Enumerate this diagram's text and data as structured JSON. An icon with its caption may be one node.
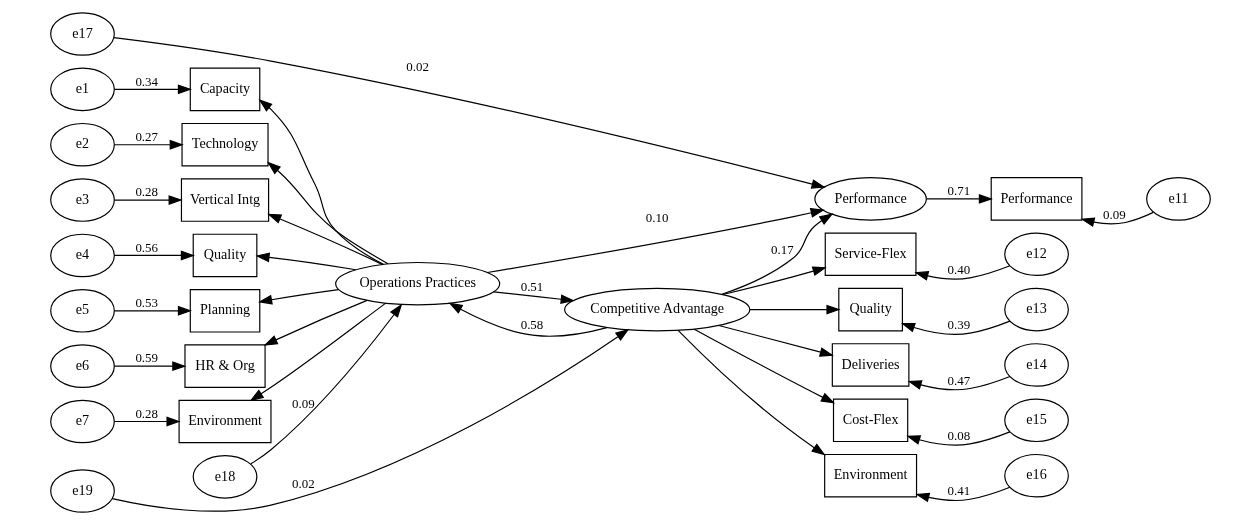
{
  "diagram": {
    "nodes": [
      {
        "text": [
          "e17"
        ]
      },
      {
        "text": [
          "Performance"
        ]
      },
      {
        "text": [
          "Performance"
        ]
      },
      {
        "text": [
          "e11"
        ]
      },
      {
        "text": [
          "e1"
        ]
      },
      {
        "text": [
          "Capacity"
        ]
      },
      {
        "text": [
          "e2"
        ]
      },
      {
        "text": [
          "Technology"
        ]
      },
      {
        "text": [
          "e3"
        ]
      },
      {
        "text": [
          "Vertical Intg"
        ]
      },
      {
        "text": [
          "e4"
        ]
      },
      {
        "text": [
          "Quality"
        ]
      },
      {
        "text": [
          "e5"
        ]
      },
      {
        "text": [
          "Planning"
        ]
      },
      {
        "text": [
          "e6"
        ]
      },
      {
        "text": [
          "HR & Org"
        ]
      },
      {
        "text": [
          "e7"
        ]
      },
      {
        "text": [
          "Environment"
        ]
      },
      {
        "text": [
          "e18"
        ]
      },
      {
        "text": [
          "Operations Practices"
        ]
      },
      {
        "text": [
          "Competitive Advantage"
        ]
      },
      {
        "text": [
          "e19"
        ]
      },
      {
        "text": [
          "Service-Flex"
        ]
      },
      {
        "text": [
          "e12"
        ]
      },
      {
        "text": [
          "Quality"
        ]
      },
      {
        "text": [
          "e13"
        ]
      },
      {
        "text": [
          "Deliveries"
        ]
      },
      {
        "text": [
          "e14"
        ]
      },
      {
        "text": [
          "Cost-Flex"
        ]
      },
      {
        "text": [
          "e15"
        ]
      },
      {
        "text": [
          "Environment"
        ]
      },
      {
        "text": [
          "e16"
        ]
      }
    ],
    "edges": [
      {
        "from": 4,
        "to": 5,
        "arrow": "to",
        "label": "0.34"
      },
      {
        "from": 6,
        "to": 7,
        "arrow": "to",
        "label": "0.27"
      },
      {
        "from": 8,
        "to": 9,
        "arrow": "to",
        "label": "0.28"
      },
      {
        "from": 10,
        "to": 11,
        "arrow": "to",
        "label": "0.56"
      },
      {
        "from": 12,
        "to": 13,
        "arrow": "to",
        "label": "0.53"
      },
      {
        "from": 14,
        "to": 15,
        "arrow": "to",
        "label": "0.59"
      },
      {
        "from": 16,
        "to": 17,
        "arrow": "to",
        "label": "0.28"
      },
      {
        "from": 19,
        "to": 5,
        "arrow": "to"
      },
      {
        "from": 19,
        "to": 7,
        "arrow": "to"
      },
      {
        "from": 19,
        "to": 9,
        "arrow": "to"
      },
      {
        "from": 19,
        "to": 11,
        "arrow": "to"
      },
      {
        "from": 19,
        "to": 13,
        "arrow": "to"
      },
      {
        "from": 19,
        "to": 15,
        "arrow": "to"
      },
      {
        "from": 19,
        "to": 17,
        "arrow": "to"
      },
      {
        "from": 18,
        "to": 19,
        "arrow": "to",
        "label": "0.09"
      },
      {
        "from": 19,
        "to": 1,
        "arrow": "to",
        "label": "0.10"
      },
      {
        "from": 19,
        "to": 20,
        "arrow": "to",
        "label": "0.51"
      },
      {
        "from": 20,
        "to": 19,
        "arrow": "to",
        "label": "0.58"
      },
      {
        "from": 20,
        "to": 1,
        "arrow": "to",
        "label": "0.17"
      },
      {
        "from": 21,
        "to": 20,
        "arrow": "to",
        "label": "0.02"
      },
      {
        "from": 0,
        "to": 1,
        "arrow": "to",
        "label": "0.02"
      },
      {
        "from": 1,
        "to": 2,
        "arrow": "to",
        "label": "0.71"
      },
      {
        "from": 3,
        "to": 2,
        "arrow": "to",
        "label": "0.09"
      },
      {
        "from": 20,
        "to": 22,
        "arrow": "to"
      },
      {
        "from": 20,
        "to": 24,
        "arrow": "to"
      },
      {
        "from": 20,
        "to": 26,
        "arrow": "to"
      },
      {
        "from": 20,
        "to": 28,
        "arrow": "to"
      },
      {
        "from": 20,
        "to": 30,
        "arrow": "to"
      },
      {
        "from": 23,
        "to": 22,
        "arrow": "to",
        "label": "0.40"
      },
      {
        "from": 25,
        "to": 24,
        "arrow": "to",
        "label": "0.39"
      },
      {
        "from": 27,
        "to": 26,
        "arrow": "to",
        "label": "0.47"
      },
      {
        "from": 29,
        "to": 28,
        "arrow": "to",
        "label": "0.08"
      },
      {
        "from": 31,
        "to": 30,
        "arrow": "to",
        "label": "0.41"
      }
    ]
  }
}
